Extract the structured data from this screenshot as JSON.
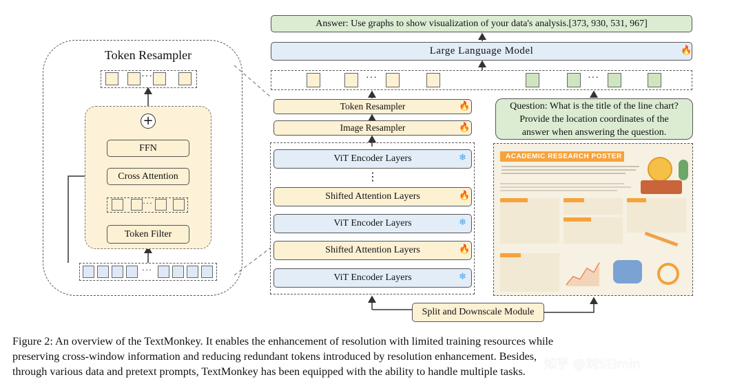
{
  "token_resampler_panel": {
    "title": "Token Resampler",
    "ffn": "FFN",
    "cross_attention": "Cross Attention",
    "token_filter": "Token Filter",
    "plus": "+",
    "ellipsis": "···"
  },
  "main": {
    "answer": "Answer: Use graphs to show visualization of your data's analysis.[373, 930, 531, 967]",
    "llm": "Large Language Model",
    "token_resampler": "Token Resampler",
    "image_resampler": "Image Resampler",
    "vit_encoder": "ViT Encoder Layers",
    "shifted_attention": "Shifted Attention Layers",
    "vertical_dots": "⋮",
    "ellipsis": "···",
    "question": "Question: What is the title of the line chart? Provide the location coordinates of the answer when answering the question.",
    "split_module": "Split and Downscale Module"
  },
  "poster": {
    "title": "ACADEMIC RESEARCH POSTER"
  },
  "icons": {
    "fire": "🔥",
    "snowflake": "❄",
    "fire_color": "#e8641e",
    "snowflake_color": "#4aa3e8"
  },
  "colors": {
    "yellow_box": "#fdf1d4",
    "blue_box": "#e3edf8",
    "green_box": "#dcecd2"
  },
  "caption": {
    "line1": "Figure 2: An overview of the TextMonkey. It enables the enhancement of resolution with limited training resources while",
    "line2": "preserving cross-window information and reducing redundant tokens introduced by resolution enhancement. Besides,",
    "line3": "through various data and pretext prompts, TextMonkey has been equipped with the ability to handle multiple tasks."
  },
  "watermark": "知乎 @刘5Eimin"
}
